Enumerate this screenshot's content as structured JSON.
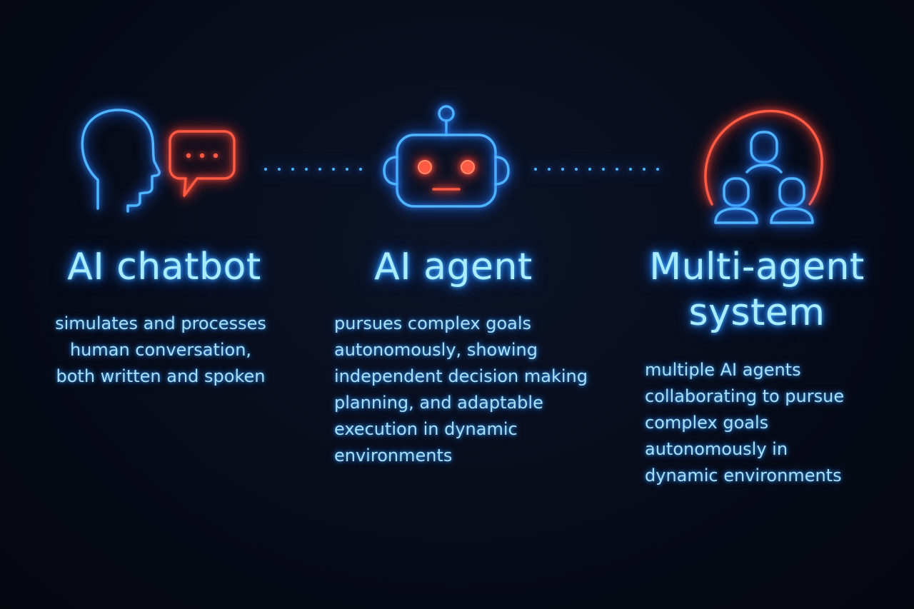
{
  "colors": {
    "background": "#070b18",
    "neon_blue": "#4fb4ff",
    "neon_red": "#ff5a43",
    "title_text": "#a9ecff",
    "body_text": "#a8def6"
  },
  "columns": [
    {
      "icon": "person-with-speech-bubble-icon",
      "title": "AI chatbot",
      "description_lines": [
        "simulates and processes",
        "human conversation,",
        "both written and spoken"
      ]
    },
    {
      "icon": "robot-head-icon",
      "title": "AI agent",
      "description_lines": [
        "pursues complex goals",
        "autonomously, showing",
        "independent decision making",
        "planning, and adaptable",
        "execution in dynamic",
        "environments"
      ]
    },
    {
      "icon": "user-group-in-arc-icon",
      "title_lines": [
        "Multi-agent",
        "system"
      ],
      "description_lines": [
        "multiple AI agents",
        "collaborating to pursue",
        "complex goals",
        "autonomously in",
        "dynamic environments"
      ]
    }
  ],
  "connectors": [
    "dotted-connector-icon",
    "dotted-connector-icon"
  ]
}
